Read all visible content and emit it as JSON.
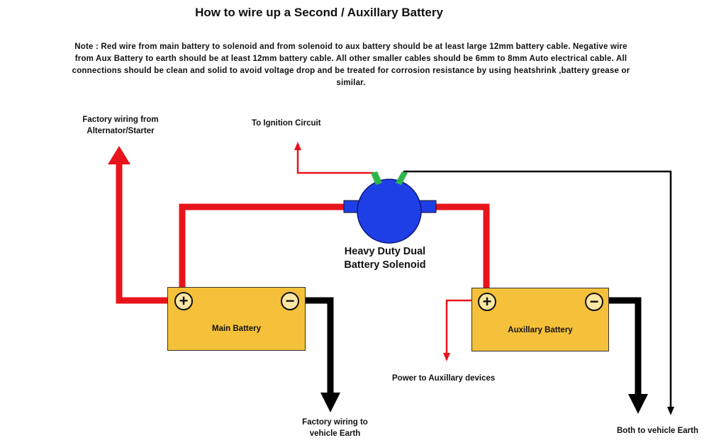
{
  "title": "How to wire up a Second / Auxillary Battery",
  "note": "Note : Red wire from main battery to solenoid and from solenoid to aux battery should be at least large 12mm battery cable. Negative wire from Aux Battery to earth should be at least 12mm battery cable. All other smaller cables should be 6mm to 8mm Auto electrical cable. All connections should be clean and solid to avoid voltage drop and be treated for corrosion resistance by using heatshrink ,battery grease or similar.",
  "labels": {
    "factory_from_line1": "Factory wiring from",
    "factory_from_line2": "Alternator/Starter",
    "ignition": "To Ignition Circuit",
    "solenoid_line1": "Heavy Duty Dual",
    "solenoid_line2": "Battery Solenoid",
    "factory_earth_line1": "Factory wiring to",
    "factory_earth_line2": "vehicle Earth",
    "aux_power": "Power to Auxillary devices",
    "both_earth": "Both to vehicle Earth"
  },
  "batteries": {
    "main": {
      "label": "Main Battery",
      "plus": "+",
      "minus": "−"
    },
    "aux": {
      "label": "Auxillary  Battery",
      "plus": "+",
      "minus": "−"
    }
  },
  "colors": {
    "positive_wire": "#e8141c",
    "negative_wire": "#000000",
    "battery_body": "#f5c13a",
    "solenoid": "#1f3fe6",
    "solenoid_terminal": "#2db54a"
  }
}
